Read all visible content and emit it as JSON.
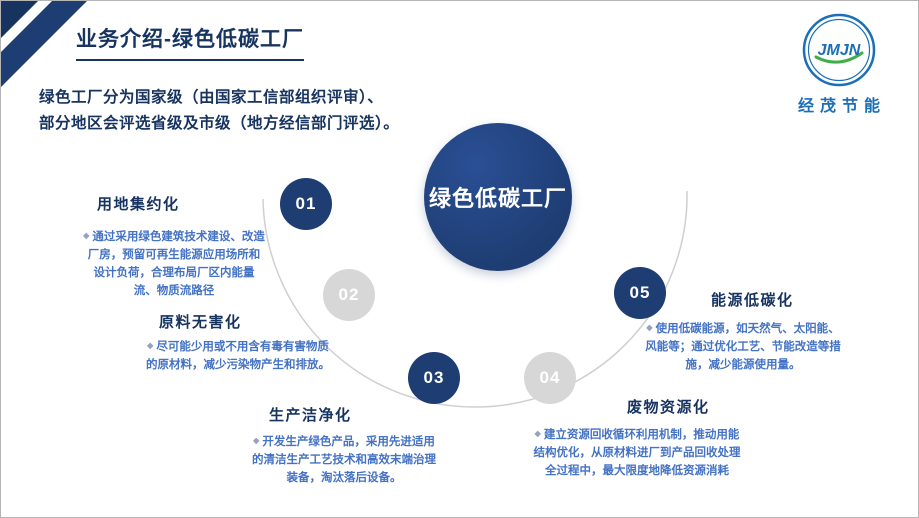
{
  "slide": {
    "title": "业务介绍-绿色低碳工厂",
    "subtitle": [
      "绿色工厂分为国家级（由国家工信部组织评审）、",
      "部分地区会评选省级及市级（地方经信部门评选）。"
    ]
  },
  "logo": {
    "abbr": "JMJN",
    "name": "经茂节能"
  },
  "diagram": {
    "center": "绿色低碳工厂",
    "items": [
      {
        "num": "01",
        "title": "用地集约化",
        "desc": "通过采用绿色建筑技术建设、改造厂房，预留可再生能源应用场所和设计负荷，合理布局厂区内能量流、物质流路径",
        "style": "navy"
      },
      {
        "num": "02",
        "title": "原料无害化",
        "desc": "尽可能少用或不用含有毒有害物质的原材料，减少污染物产生和排放。",
        "style": "gray"
      },
      {
        "num": "03",
        "title": "生产洁净化",
        "desc": "开发生产绿色产品，采用先进适用的清洁生产工艺技术和高效末端治理装备，淘汰落后设备。",
        "style": "navy"
      },
      {
        "num": "04",
        "title": "废物资源化",
        "desc": "建立资源回收循环利用机制，推动用能结构优化，从原材料进厂到产品回收处理全过程中，最大限度地降低资源消耗",
        "style": "gray"
      },
      {
        "num": "05",
        "title": "能源低碳化",
        "desc": "使用低碳能源，如天然气、太阳能、风能等；通过优化工艺、节能改造等措施，减少能源使用量。",
        "style": "navy"
      }
    ]
  },
  "icons": {
    "bullet": "◆"
  },
  "colors": {
    "navy": "#1e3d73",
    "navy_dark": "#17335f",
    "gray_circle": "#d7d7d7",
    "desc_blue": "#4472c4",
    "arc_gray": "#cfcfcf",
    "logo_blue": "#1a6fb8",
    "logo_green": "#3fae49"
  }
}
